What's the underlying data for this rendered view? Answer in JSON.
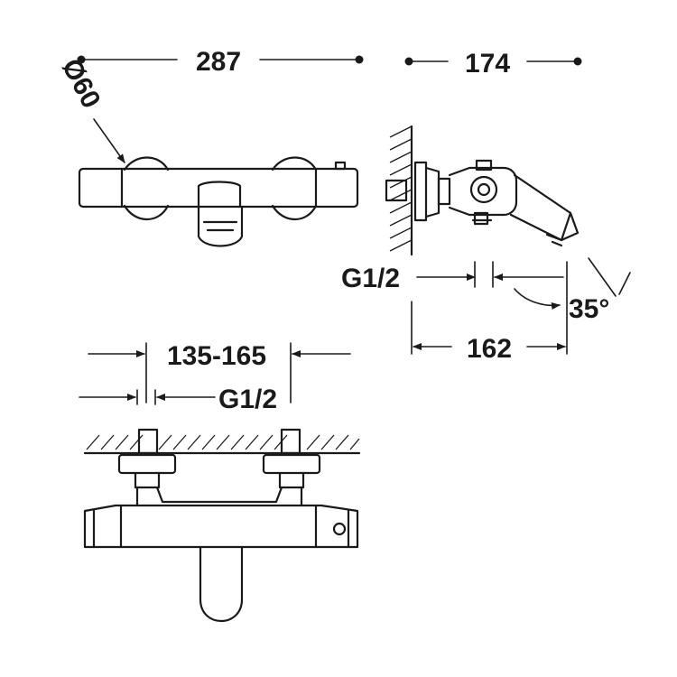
{
  "dimensions": {
    "overall_length": "287",
    "depth": "174",
    "handle_diameter": "Ø60",
    "inlet_thread_side": "G1/2",
    "projection": "162",
    "spout_angle": "35°",
    "centres_range": "135-165",
    "inlet_thread_plan": "G1/2"
  }
}
